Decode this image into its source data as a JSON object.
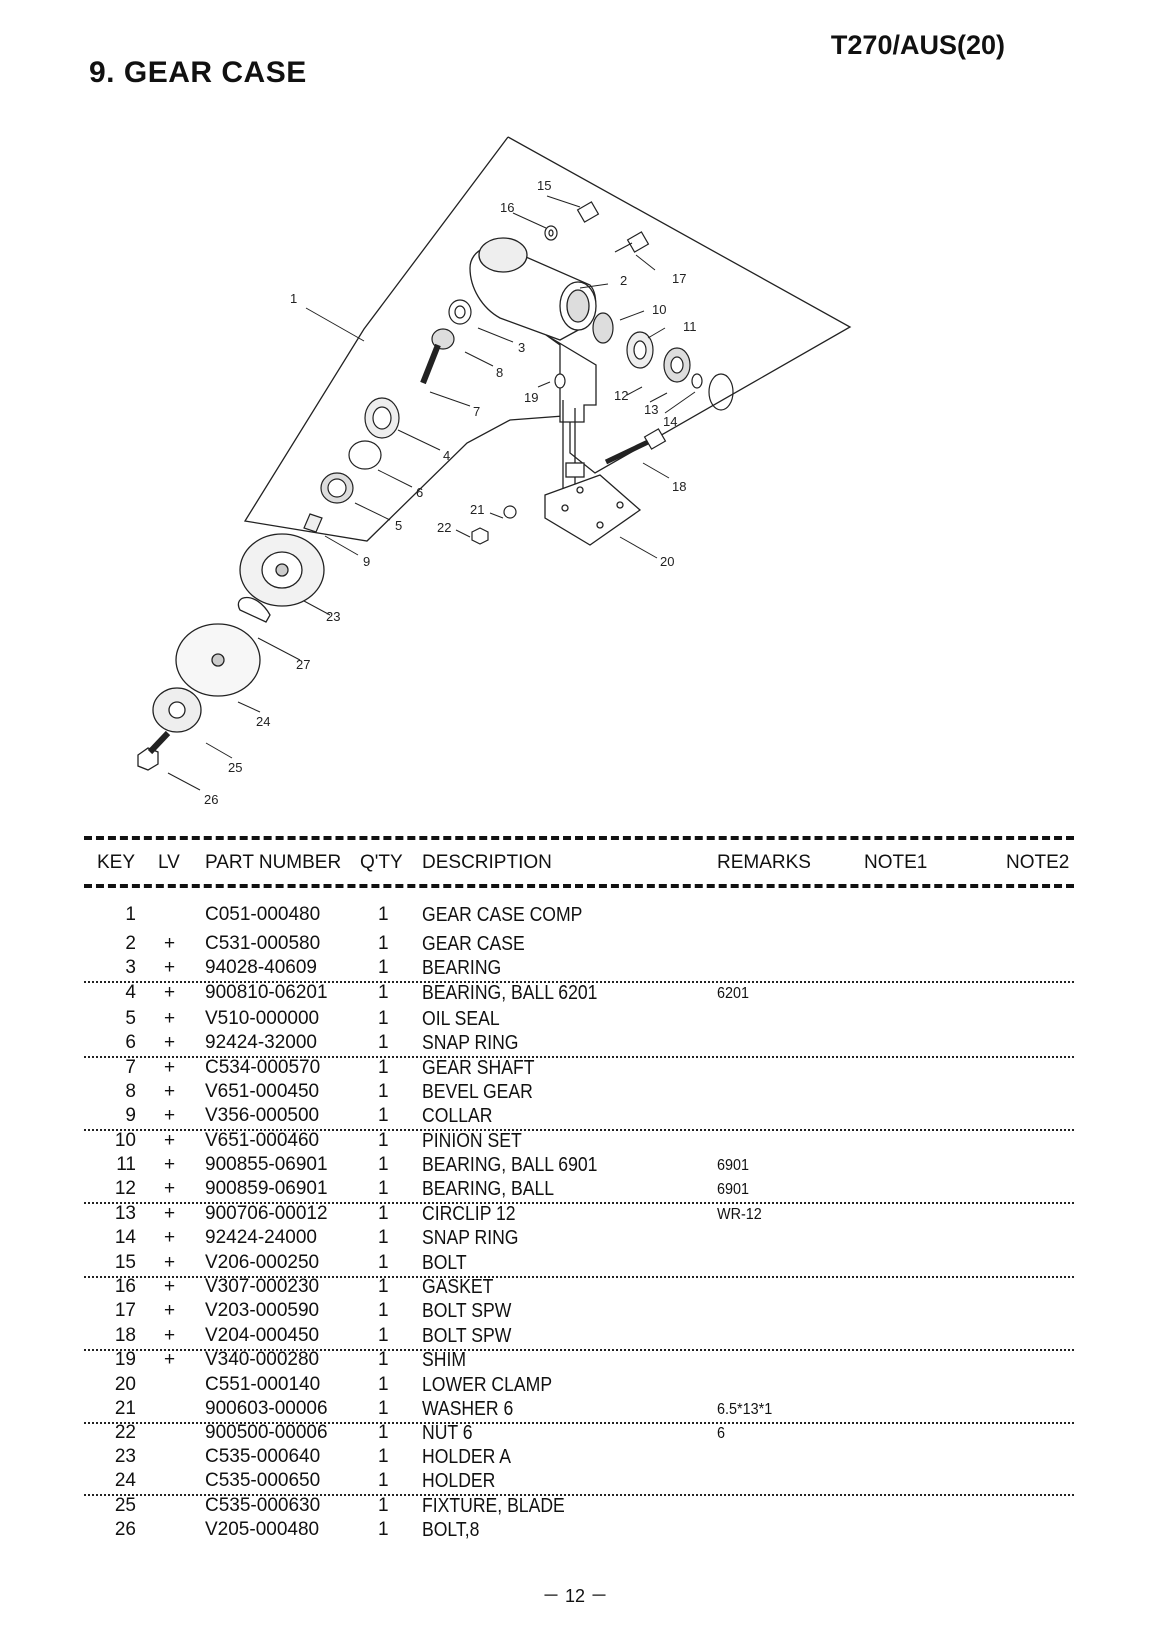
{
  "header": {
    "model": "T270/AUS(20)",
    "section_title": "9. GEAR CASE"
  },
  "diagram": {
    "callouts": [
      "1",
      "2",
      "3",
      "4",
      "5",
      "6",
      "7",
      "8",
      "9",
      "10",
      "11",
      "12",
      "13",
      "14",
      "15",
      "16",
      "17",
      "18",
      "19",
      "20",
      "21",
      "22",
      "23",
      "24",
      "25",
      "26",
      "27"
    ]
  },
  "table": {
    "headers": {
      "key": "KEY",
      "lv": "LV",
      "part_number": "PART NUMBER",
      "qty": "Q'TY",
      "description": "DESCRIPTION",
      "remarks": "REMARKS",
      "note1": "NOTE1",
      "note2": "NOTE2"
    },
    "rows": [
      {
        "key": "1",
        "lv": "",
        "pn": "C051-000480",
        "qty": "1",
        "desc": "GEAR CASE COMP",
        "rem": ""
      },
      {
        "key": "2",
        "lv": "+",
        "pn": "C531-000580",
        "qty": "1",
        "desc": "GEAR CASE",
        "rem": ""
      },
      {
        "key": "3",
        "lv": "+",
        "pn": "94028-40609",
        "qty": "1",
        "desc": "BEARING",
        "rem": ""
      },
      {
        "key": "4",
        "lv": "+",
        "pn": "900810-06201",
        "qty": "1",
        "desc": "BEARING, BALL  6201",
        "rem": "6201"
      },
      {
        "key": "5",
        "lv": "+",
        "pn": "V510-000000",
        "qty": "1",
        "desc": "OIL SEAL",
        "rem": ""
      },
      {
        "key": "6",
        "lv": "+",
        "pn": "92424-32000",
        "qty": "1",
        "desc": "SNAP RING",
        "rem": ""
      },
      {
        "key": "7",
        "lv": "+",
        "pn": "C534-000570",
        "qty": "1",
        "desc": "GEAR SHAFT",
        "rem": ""
      },
      {
        "key": "8",
        "lv": "+",
        "pn": "V651-000450",
        "qty": "1",
        "desc": "BEVEL GEAR",
        "rem": ""
      },
      {
        "key": "9",
        "lv": "+",
        "pn": "V356-000500",
        "qty": "1",
        "desc": "COLLAR",
        "rem": ""
      },
      {
        "key": "10",
        "lv": "+",
        "pn": "V651-000460",
        "qty": "1",
        "desc": "PINION SET",
        "rem": ""
      },
      {
        "key": "11",
        "lv": "+",
        "pn": "900855-06901",
        "qty": "1",
        "desc": "BEARING, BALL 6901",
        "rem": "6901"
      },
      {
        "key": "12",
        "lv": "+",
        "pn": "900859-06901",
        "qty": "1",
        "desc": "BEARING, BALL",
        "rem": "6901"
      },
      {
        "key": "13",
        "lv": "+",
        "pn": "900706-00012",
        "qty": "1",
        "desc": "CIRCLIP 12",
        "rem": "WR-12"
      },
      {
        "key": "14",
        "lv": "+",
        "pn": "92424-24000",
        "qty": "1",
        "desc": "SNAP RING",
        "rem": ""
      },
      {
        "key": "15",
        "lv": "+",
        "pn": "V206-000250",
        "qty": "1",
        "desc": "BOLT",
        "rem": ""
      },
      {
        "key": "16",
        "lv": "+",
        "pn": "V307-000230",
        "qty": "1",
        "desc": "GASKET",
        "rem": ""
      },
      {
        "key": "17",
        "lv": "+",
        "pn": "V203-000590",
        "qty": "1",
        "desc": "BOLT SPW",
        "rem": ""
      },
      {
        "key": "18",
        "lv": "+",
        "pn": "V204-000450",
        "qty": "1",
        "desc": "BOLT SPW",
        "rem": ""
      },
      {
        "key": "19",
        "lv": "+",
        "pn": "V340-000280",
        "qty": "1",
        "desc": "SHIM",
        "rem": ""
      },
      {
        "key": "20",
        "lv": "",
        "pn": "C551-000140",
        "qty": "1",
        "desc": "LOWER CLAMP",
        "rem": ""
      },
      {
        "key": "21",
        "lv": "",
        "pn": "900603-00006",
        "qty": "1",
        "desc": "WASHER  6",
        "rem": "6.5*13*1"
      },
      {
        "key": "22",
        "lv": "",
        "pn": "900500-00006",
        "qty": "1",
        "desc": "NUT  6",
        "rem": "6"
      },
      {
        "key": "23",
        "lv": "",
        "pn": "C535-000640",
        "qty": "1",
        "desc": "HOLDER A",
        "rem": ""
      },
      {
        "key": "24",
        "lv": "",
        "pn": "C535-000650",
        "qty": "1",
        "desc": "HOLDER",
        "rem": ""
      },
      {
        "key": "25",
        "lv": "",
        "pn": "C535-000630",
        "qty": "1",
        "desc": "FIXTURE, BLADE",
        "rem": ""
      },
      {
        "key": "26",
        "lv": "",
        "pn": "V205-000480",
        "qty": "1",
        "desc": "BOLT,8",
        "rem": ""
      }
    ]
  },
  "footer": {
    "page_number": "－ 12 －"
  }
}
